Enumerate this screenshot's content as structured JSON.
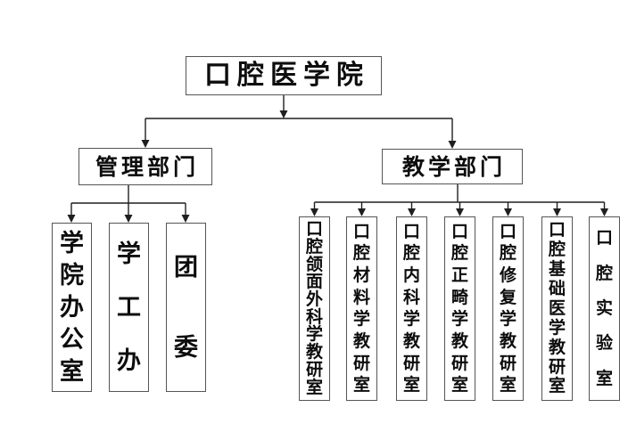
{
  "colors": {
    "bg": "#ffffff",
    "line": "#1f1f1f",
    "border": "#555555",
    "ink": "#0d0d0d"
  },
  "org": {
    "root": {
      "label": "口腔医学院"
    },
    "admin_branch": {
      "label": "管理部门",
      "units": [
        "学院办公室",
        "学工办",
        "团委"
      ]
    },
    "teaching_branch": {
      "label": "教学部门",
      "units": [
        "口腔颌面外科学教研室",
        "口腔材料学教研室",
        "口腔内科学教研室",
        "口腔正畸学教研室",
        "口腔修复学教研室",
        "口腔基础医学教研室",
        "口腔实验室"
      ]
    }
  }
}
